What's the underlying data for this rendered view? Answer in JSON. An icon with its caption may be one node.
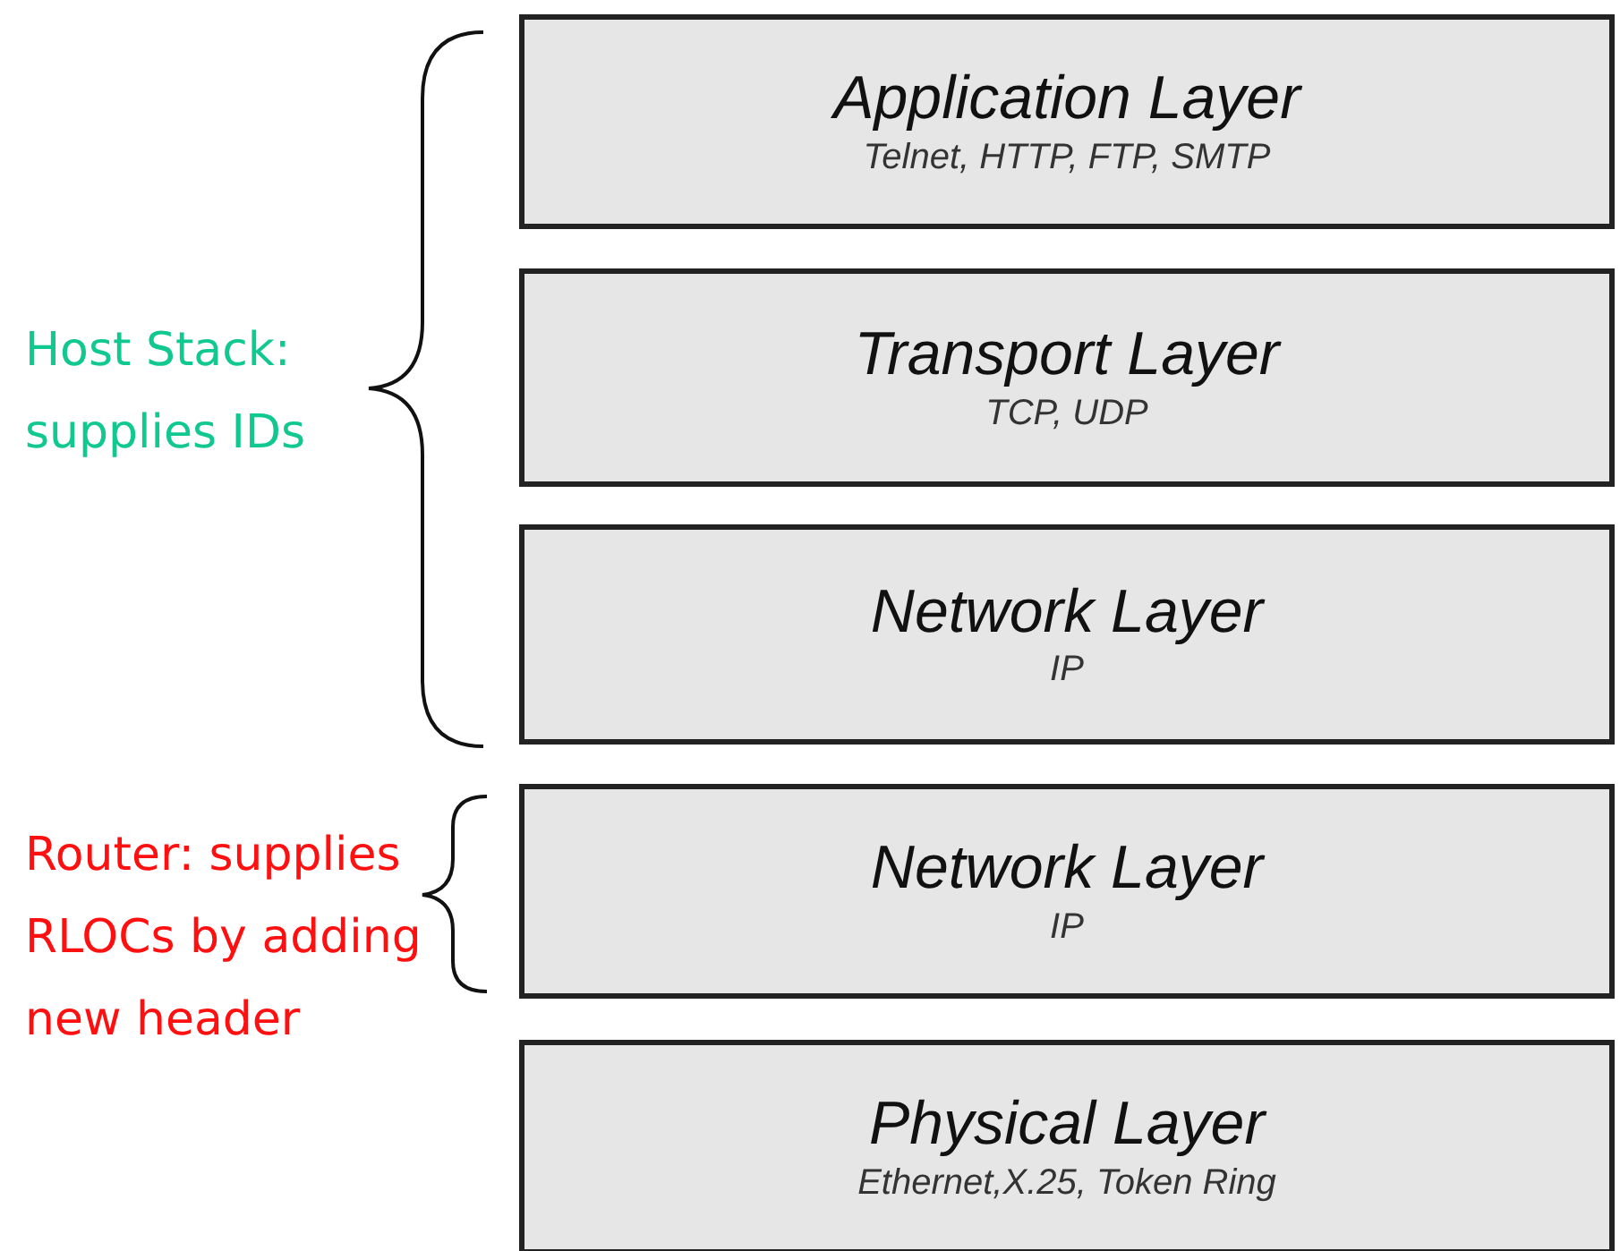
{
  "diagram": {
    "nodes": [
      {
        "text": [
          "Application Layer",
          "Telnet, HTTP, FTP, SMTP"
        ]
      },
      {
        "text": [
          "Transport Layer",
          "TCP, UDP"
        ]
      },
      {
        "text": [
          "Network Layer",
          "IP"
        ]
      },
      {
        "text": [
          "Network Layer",
          "IP"
        ]
      },
      {
        "text": [
          "Physical Layer",
          "Ethernet,X.25, Token Ring"
        ]
      }
    ],
    "labels": [
      "Host Stack: supplies IDs",
      "Router: supplies RLOCs by adding new header"
    ]
  }
}
